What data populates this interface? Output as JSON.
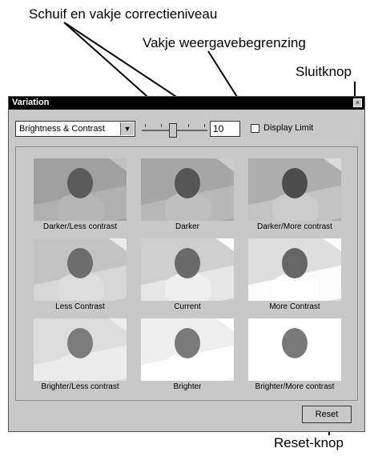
{
  "annotations": {
    "slider_and_box": "Schuif en vakje correctieniveau",
    "display_limit_box": "Vakje weergavebegrenzing",
    "close_button": "Sluitknop",
    "reset_button": "Reset-knop"
  },
  "window": {
    "title": "Variation",
    "close_glyph": "×",
    "dropdown": {
      "value": "Brightness & Contrast",
      "arrow": "▼"
    },
    "correction_level": "10",
    "slider_level": 0.5,
    "display_limit": {
      "label": "Display Limit",
      "checked": false
    },
    "variations": [
      "Darker/Less contrast",
      "Darker",
      "Darker/More contrast",
      "Less Contrast",
      "Current",
      "More Contrast",
      "Brighter/Less contrast",
      "Brighter",
      "Brighter/More contrast"
    ],
    "reset_label": "Reset"
  }
}
